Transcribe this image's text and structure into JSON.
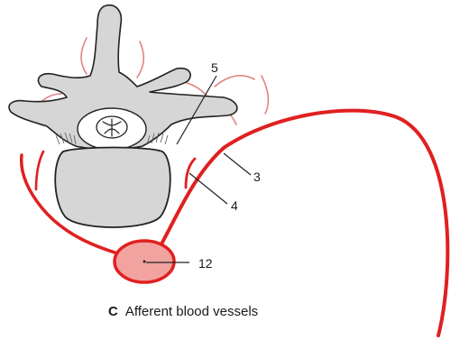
{
  "figure": {
    "labels": {
      "label_3": "3",
      "label_4": "4",
      "label_5": "5",
      "label_12": "12"
    },
    "colors": {
      "artery": "#e02020",
      "bone_fill": "#d6d6d6",
      "bone_stroke": "#222222",
      "aorta_fill": "#f2a3a0",
      "small_vessel": "#e28484",
      "leader_line": "#222222"
    }
  },
  "caption": {
    "letter": "C",
    "text": "Afferent blood vessels"
  }
}
